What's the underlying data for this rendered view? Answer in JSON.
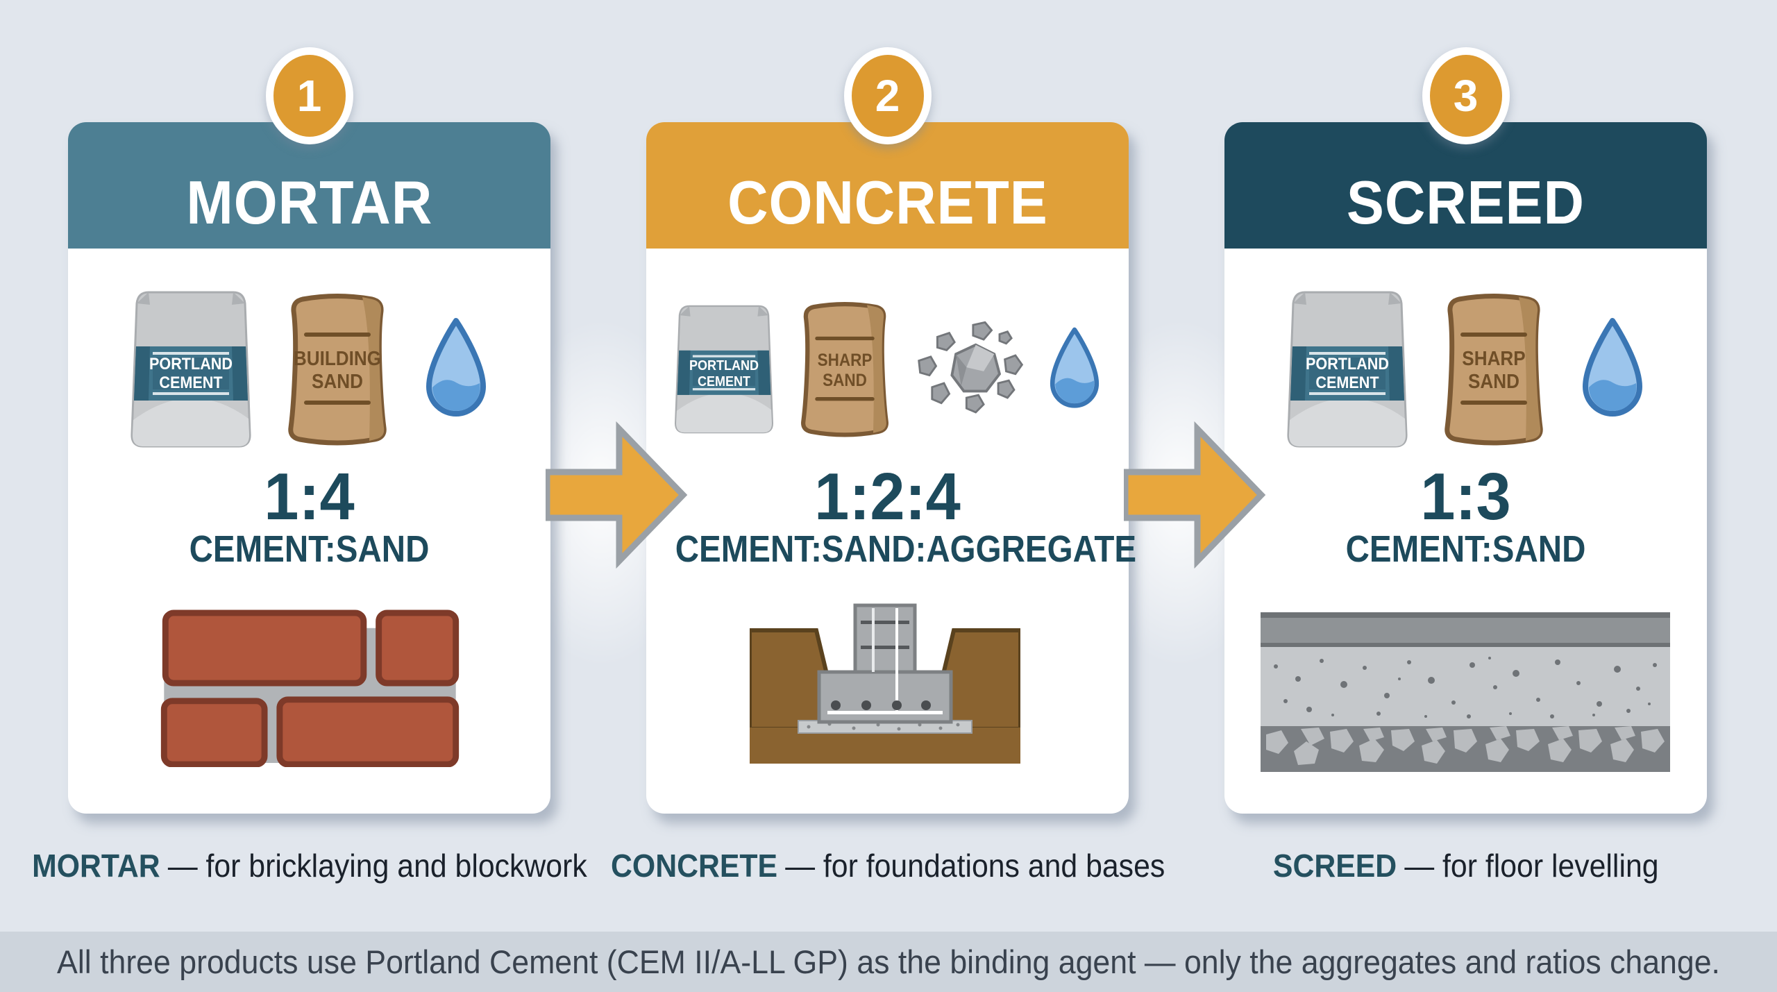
{
  "cards": [
    {
      "number": "1",
      "title": "MORTAR",
      "header_color": "#4d7f93",
      "ingredients": [
        "portland-cement-bag",
        "building-sand-bag",
        "water-drop"
      ],
      "cement_label_1": "PORTLAND",
      "cement_label_2": "CEMENT",
      "sand_label_1": "BUILDING",
      "sand_label_2": "SAND",
      "ratio": "1:4",
      "ratio_label": "CEMENT:SAND",
      "illustration": "brick-wall",
      "caption_term": "MORTAR",
      "caption_text": "— for bricklaying and blockwork"
    },
    {
      "number": "2",
      "title": "CONCRETE",
      "header_color": "#e0a039",
      "ingredients": [
        "portland-cement-bag",
        "sharp-sand-bag",
        "aggregate-stones",
        "water-drop"
      ],
      "cement_label_1": "PORTLAND",
      "cement_label_2": "CEMENT",
      "sand_label_1": "SHARP",
      "sand_label_2": "SAND",
      "ratio": "1:2:4",
      "ratio_label": "CEMENT:SAND:AGGREGATE",
      "illustration": "trench-foundation",
      "caption_term": "CONCRETE",
      "caption_text": "— for foundations and bases"
    },
    {
      "number": "3",
      "title": "SCREED",
      "header_color": "#1e4a5d",
      "ingredients": [
        "portland-cement-bag",
        "sharp-sand-bag",
        "water-drop"
      ],
      "cement_label_1": "PORTLAND",
      "cement_label_2": "CEMENT",
      "sand_label_1": "SHARP",
      "sand_label_2": "SAND",
      "ratio": "1:3",
      "ratio_label": "CEMENT:SAND",
      "illustration": "screed-floor-layers",
      "caption_term": "SCREED",
      "caption_text": "— for floor levelling"
    }
  ],
  "footer": {
    "text": "All three products use Portland Cement (CEM II/A-LL GP) as the binding agent — only the aggregates and ratios change."
  },
  "colors": {
    "background": "#e1e6ed",
    "footer_bar": "#cdd4dc",
    "card": "#ffffff",
    "header_mortar": "#4d7f93",
    "header_concrete": "#e0a039",
    "header_screed": "#1e4a5d",
    "badge": "#dd9a30",
    "badge_ring": "#ffffff",
    "arrow": "#e8a73d",
    "arrow_outline": "#9aa0a6",
    "ratio_text": "#1d4a5c",
    "caption_term": "#24505f",
    "caption_text": "#1a212b",
    "footer_text": "#39424e"
  }
}
